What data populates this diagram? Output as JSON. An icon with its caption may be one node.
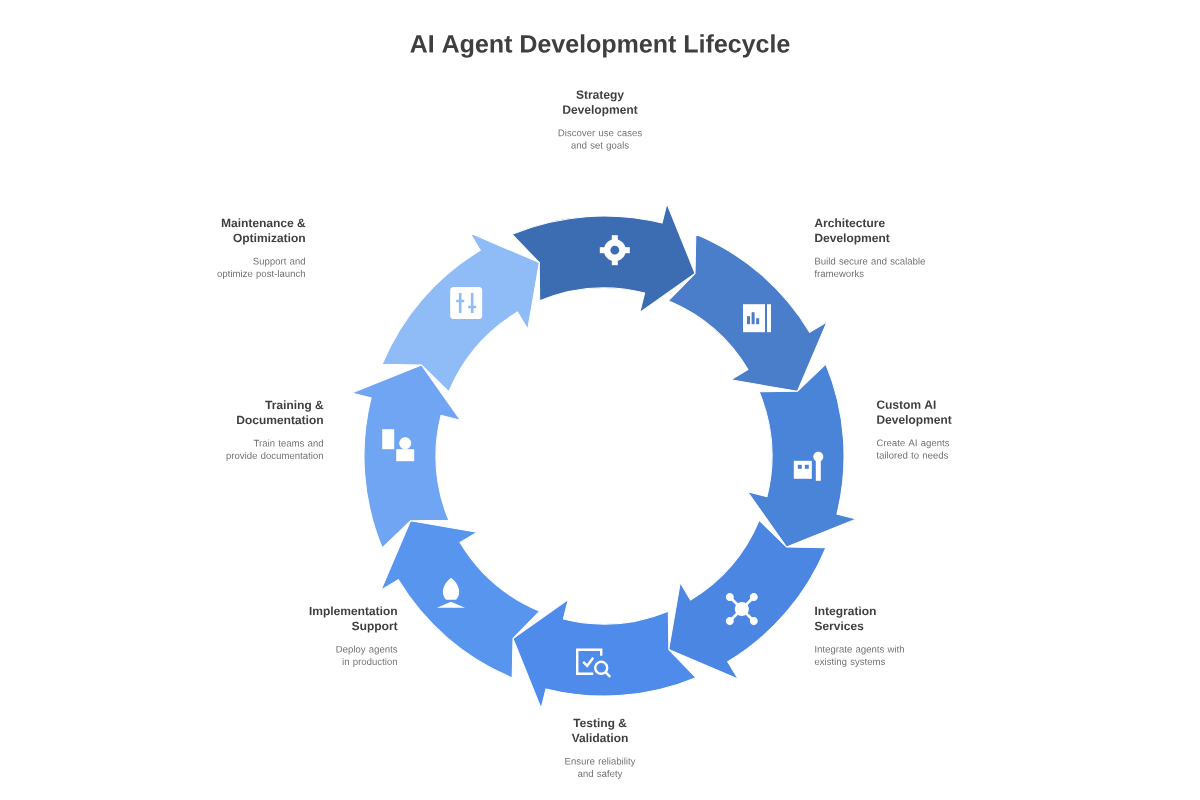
{
  "diagram": {
    "title": "AI Agent Development Lifecycle",
    "nodes": [
      {
        "text": [
          "Strategy Development",
          "Discover use cases and set goals"
        ]
      },
      {
        "text": [
          "Architecture Development",
          "Build secure and scalable frameworks"
        ]
      },
      {
        "text": [
          "Custom AI Development",
          "Create AI agents tailored to needs"
        ]
      },
      {
        "text": [
          "Integration Services",
          "Integrate agents with existing systems"
        ]
      },
      {
        "text": [
          "Testing & Validation",
          "Ensure reliability and safety"
        ]
      },
      {
        "text": [
          "Implementation Support",
          "Deploy agents in production"
        ]
      },
      {
        "text": [
          "Training & Documentation",
          "Train teams and provide documentation"
        ]
      },
      {
        "text": [
          "Maintenance & Optimization",
          "Support and optimize post-launch"
        ]
      }
    ]
  }
}
